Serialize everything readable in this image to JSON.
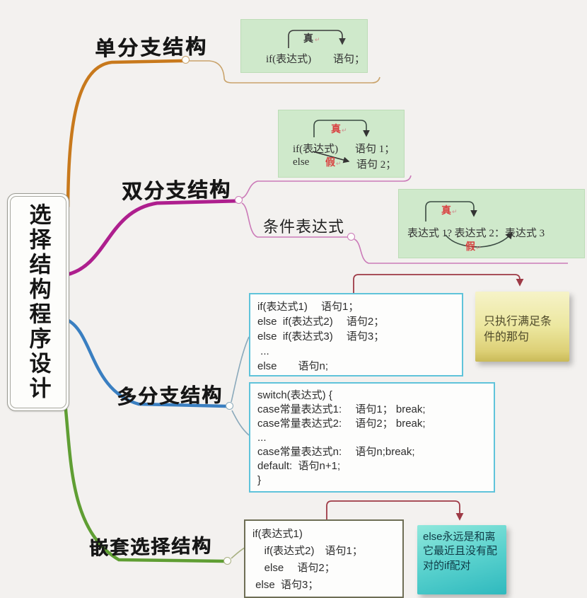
{
  "root": {
    "title": "选择结构程序设计"
  },
  "branches": {
    "single": {
      "label": "单分支结构"
    },
    "double": {
      "label": "双分支结构"
    },
    "conditional": {
      "label": "条件表达式"
    },
    "multi": {
      "label": "多分支结构"
    },
    "nested": {
      "label": "嵌套选择结构"
    }
  },
  "diagram_single": {
    "if_text": "if(表达式)",
    "stmt": "语句；",
    "true_label": "真",
    "mark": "↵"
  },
  "diagram_double": {
    "if_text": "if(表达式)",
    "stmt1": "语句 1；",
    "else_text": "else",
    "stmt2": "语句 2；",
    "true_label": "真",
    "false_label": "假",
    "mark": "↵"
  },
  "diagram_conditional": {
    "expr_text": "表达式 1? 表达式 2：表达式 3",
    "true_label": "真",
    "false_label": "假",
    "mark": "↵"
  },
  "code_if_chain": {
    "lines": [
      "if(表达式1)　 语句1；",
      "else  if(表达式2)　 语句2；",
      "else  if(表达式3)　 语句3；",
      " ...",
      "else　　语句n;"
    ]
  },
  "code_switch": {
    "lines": [
      "switch(表达式) {",
      "case常量表达式1:　 语句1； break;",
      "case常量表达式2:　 语句2； break;",
      "...",
      "case常量表达式n:　 语句n;break;",
      "default:  语句n+1;",
      "}"
    ]
  },
  "code_nested": {
    "lines": [
      "if(表达式1)",
      "    if(表达式2)　语句1；",
      "    else　 语句2；",
      " else  语句3；"
    ]
  },
  "notes": {
    "yellow": "只执行满足条件的那句",
    "cyan": "else永远是和离它最近且没有配对的if配对"
  },
  "colors": {
    "branch_single": "#c8791c",
    "branch_double": "#ae1f8e",
    "branch_multi": "#3a7fc1",
    "branch_nested": "#5f9e33",
    "relation_arrow": "#9e3a46",
    "true_false_red": "#d94040",
    "code_border_cyan": "#5fc3da",
    "nested_border": "#6e6e55",
    "note_yellow": "#e9e4a0",
    "note_cyan": "#3fc3c6"
  }
}
